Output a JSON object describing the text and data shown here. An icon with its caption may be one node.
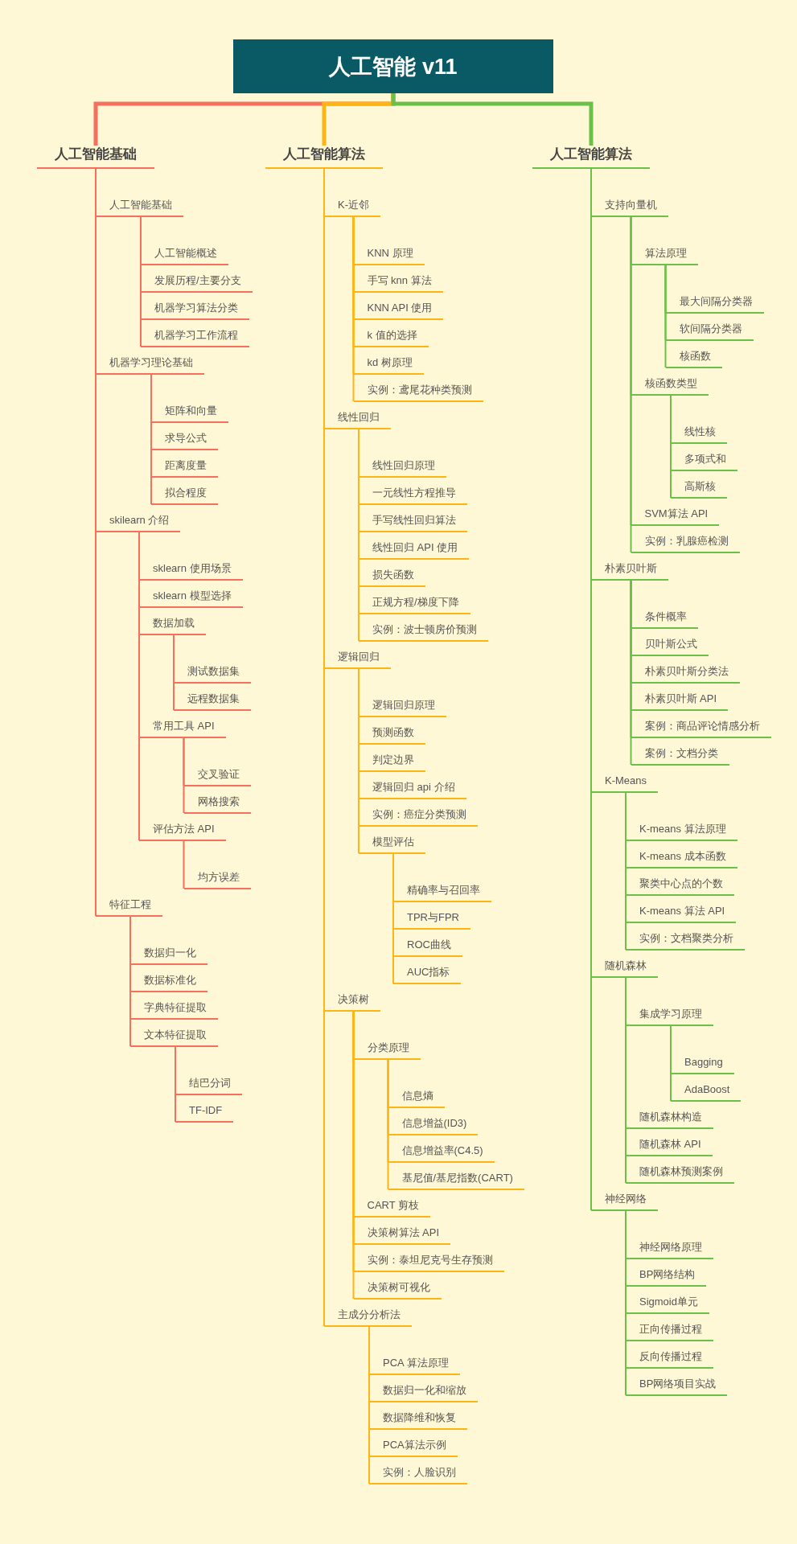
{
  "diagram": {
    "nodes": [
      {
        "text": [
          "人工智能 v11"
        ]
      },
      {
        "text": [
          "人工智能基础"
        ]
      },
      {
        "text": [
          "人工智能基础"
        ]
      },
      {
        "text": [
          "人工智能概述"
        ]
      },
      {
        "text": [
          "发展历程/主要分支"
        ]
      },
      {
        "text": [
          "机器学习算法分类"
        ]
      },
      {
        "text": [
          "机器学习工作流程"
        ]
      },
      {
        "text": [
          "机器学习理论基础"
        ]
      },
      {
        "text": [
          "矩阵和向量"
        ]
      },
      {
        "text": [
          "求导公式"
        ]
      },
      {
        "text": [
          "距离度量"
        ]
      },
      {
        "text": [
          "拟合程度"
        ]
      },
      {
        "text": [
          "skilearn 介绍"
        ]
      },
      {
        "text": [
          "sklearn 使用场景"
        ]
      },
      {
        "text": [
          "sklearn 模型选择"
        ]
      },
      {
        "text": [
          "数据加载"
        ]
      },
      {
        "text": [
          "测试数据集"
        ]
      },
      {
        "text": [
          "远程数据集"
        ]
      },
      {
        "text": [
          "常用工具 API"
        ]
      },
      {
        "text": [
          "交叉验证"
        ]
      },
      {
        "text": [
          "网格搜索"
        ]
      },
      {
        "text": [
          "评估方法 API"
        ]
      },
      {
        "text": [
          "均方误差"
        ]
      },
      {
        "text": [
          "特征工程"
        ]
      },
      {
        "text": [
          "数据归一化"
        ]
      },
      {
        "text": [
          "数据标准化"
        ]
      },
      {
        "text": [
          "字典特征提取"
        ]
      },
      {
        "text": [
          "文本特征提取"
        ]
      },
      {
        "text": [
          "结巴分词"
        ]
      },
      {
        "text": [
          "TF-IDF"
        ]
      },
      {
        "text": [
          "人工智能算法"
        ]
      },
      {
        "text": [
          "K-近邻"
        ]
      },
      {
        "text": [
          "KNN 原理"
        ]
      },
      {
        "text": [
          "手写 knn 算法"
        ]
      },
      {
        "text": [
          "KNN API 使用"
        ]
      },
      {
        "text": [
          "k 值的选择"
        ]
      },
      {
        "text": [
          "kd 树原理"
        ]
      },
      {
        "text": [
          "实例：鸢尾花种类预测"
        ]
      },
      {
        "text": [
          "线性回归"
        ]
      },
      {
        "text": [
          "线性回归原理"
        ]
      },
      {
        "text": [
          "一元线性方程推导"
        ]
      },
      {
        "text": [
          "手写线性回归算法"
        ]
      },
      {
        "text": [
          "线性回归 API 使用"
        ]
      },
      {
        "text": [
          "损失函数"
        ]
      },
      {
        "text": [
          "正规方程/梯度下降"
        ]
      },
      {
        "text": [
          "实例：波士顿房价预测"
        ]
      },
      {
        "text": [
          "逻辑回归"
        ]
      },
      {
        "text": [
          "逻辑回归原理"
        ]
      },
      {
        "text": [
          "预测函数"
        ]
      },
      {
        "text": [
          "判定边界"
        ]
      },
      {
        "text": [
          "逻辑回归 api 介绍"
        ]
      },
      {
        "text": [
          "实例：癌症分类预测"
        ]
      },
      {
        "text": [
          "模型评估"
        ]
      },
      {
        "text": [
          "精确率与召回率"
        ]
      },
      {
        "text": [
          "TPR与FPR"
        ]
      },
      {
        "text": [
          "ROC曲线"
        ]
      },
      {
        "text": [
          "AUC指标"
        ]
      },
      {
        "text": [
          "决策树"
        ]
      },
      {
        "text": [
          "分类原理"
        ]
      },
      {
        "text": [
          "信息熵"
        ]
      },
      {
        "text": [
          "信息增益(ID3)"
        ]
      },
      {
        "text": [
          "信息增益率(C4.5)"
        ]
      },
      {
        "text": [
          "基尼值/基尼指数(CART)"
        ]
      },
      {
        "text": [
          "CART 剪枝"
        ]
      },
      {
        "text": [
          "决策树算法 API"
        ]
      },
      {
        "text": [
          "实例：泰坦尼克号生存预测"
        ]
      },
      {
        "text": [
          "决策树可视化"
        ]
      },
      {
        "text": [
          "主成分分析法"
        ]
      },
      {
        "text": [
          "PCA 算法原理"
        ]
      },
      {
        "text": [
          "数据归一化和缩放"
        ]
      },
      {
        "text": [
          "数据降维和恢复"
        ]
      },
      {
        "text": [
          "PCA算法示例"
        ]
      },
      {
        "text": [
          "实例：人脸识别"
        ]
      },
      {
        "text": [
          "人工智能算法"
        ]
      },
      {
        "text": [
          "支持向量机"
        ]
      },
      {
        "text": [
          "算法原理"
        ]
      },
      {
        "text": [
          "最大间隔分类器"
        ]
      },
      {
        "text": [
          "软间隔分类器"
        ]
      },
      {
        "text": [
          "核函数"
        ]
      },
      {
        "text": [
          "核函数类型"
        ]
      },
      {
        "text": [
          "线性核"
        ]
      },
      {
        "text": [
          "多项式和"
        ]
      },
      {
        "text": [
          "高斯核"
        ]
      },
      {
        "text": [
          "SVM算法 API"
        ]
      },
      {
        "text": [
          "实例：乳腺癌检测"
        ]
      },
      {
        "text": [
          "朴素贝叶斯"
        ]
      },
      {
        "text": [
          "条件概率"
        ]
      },
      {
        "text": [
          "贝叶斯公式"
        ]
      },
      {
        "text": [
          "朴素贝叶斯分类法"
        ]
      },
      {
        "text": [
          "朴素贝叶斯 API"
        ]
      },
      {
        "text": [
          "案例：商品评论情感分析"
        ]
      },
      {
        "text": [
          "案例：文档分类"
        ]
      },
      {
        "text": [
          "K-Means"
        ]
      },
      {
        "text": [
          "K-means 算法原理"
        ]
      },
      {
        "text": [
          "K-means 成本函数"
        ]
      },
      {
        "text": [
          "聚类中心点的个数"
        ]
      },
      {
        "text": [
          "K-means 算法 API"
        ]
      },
      {
        "text": [
          "实例：文档聚类分析"
        ]
      },
      {
        "text": [
          "随机森林"
        ]
      },
      {
        "text": [
          "集成学习原理"
        ]
      },
      {
        "text": [
          "Bagging"
        ]
      },
      {
        "text": [
          "AdaBoost"
        ]
      },
      {
        "text": [
          "随机森林构造"
        ]
      },
      {
        "text": [
          "随机森林 API"
        ]
      },
      {
        "text": [
          "随机森林预测案例"
        ]
      },
      {
        "text": [
          "神经网络"
        ]
      },
      {
        "text": [
          "神经网络原理"
        ]
      },
      {
        "text": [
          "BP网络结构"
        ]
      },
      {
        "text": [
          "Sigmoid单元"
        ]
      },
      {
        "text": [
          "正向传播过程"
        ]
      },
      {
        "text": [
          "反向传播过程"
        ]
      },
      {
        "text": [
          "BP网络项目实战"
        ]
      }
    ],
    "edges": [
      {
        "from": 0,
        "to": 1,
        "arrow": "none",
        "style": "thick",
        "color": "#f7705e"
      },
      {
        "from": 0,
        "to": 30,
        "arrow": "none",
        "style": "thick",
        "color": "#fdb515"
      },
      {
        "from": 0,
        "to": 73,
        "arrow": "none",
        "style": "thick",
        "color": "#6cc04a"
      },
      {
        "from": 1,
        "to": 2,
        "arrow": "none",
        "color": "#f7705e"
      },
      {
        "from": 2,
        "to": 3,
        "arrow": "none",
        "color": "#f7705e"
      },
      {
        "from": 2,
        "to": 4,
        "arrow": "none",
        "color": "#f7705e"
      },
      {
        "from": 2,
        "to": 5,
        "arrow": "none",
        "color": "#f7705e"
      },
      {
        "from": 2,
        "to": 6,
        "arrow": "none",
        "color": "#f7705e"
      },
      {
        "from": 1,
        "to": 7,
        "arrow": "none",
        "color": "#f7705e"
      },
      {
        "from": 7,
        "to": 8,
        "arrow": "none",
        "color": "#f7705e"
      },
      {
        "from": 7,
        "to": 9,
        "arrow": "none",
        "color": "#f7705e"
      },
      {
        "from": 7,
        "to": 10,
        "arrow": "none",
        "color": "#f7705e"
      },
      {
        "from": 7,
        "to": 11,
        "arrow": "none",
        "color": "#f7705e"
      },
      {
        "from": 1,
        "to": 12,
        "arrow": "none",
        "color": "#f7705e"
      },
      {
        "from": 12,
        "to": 13,
        "arrow": "none",
        "color": "#f7705e"
      },
      {
        "from": 12,
        "to": 14,
        "arrow": "none",
        "color": "#f7705e"
      },
      {
        "from": 12,
        "to": 15,
        "arrow": "none",
        "color": "#f7705e"
      },
      {
        "from": 15,
        "to": 16,
        "arrow": "none",
        "color": "#f7705e"
      },
      {
        "from": 15,
        "to": 17,
        "arrow": "none",
        "color": "#f7705e"
      },
      {
        "from": 12,
        "to": 18,
        "arrow": "none",
        "color": "#f7705e"
      },
      {
        "from": 18,
        "to": 19,
        "arrow": "none",
        "color": "#f7705e"
      },
      {
        "from": 18,
        "to": 20,
        "arrow": "none",
        "color": "#f7705e"
      },
      {
        "from": 12,
        "to": 21,
        "arrow": "none",
        "color": "#f7705e"
      },
      {
        "from": 21,
        "to": 22,
        "arrow": "none",
        "color": "#f7705e"
      },
      {
        "from": 1,
        "to": 23,
        "arrow": "none",
        "color": "#f7705e"
      },
      {
        "from": 23,
        "to": 24,
        "arrow": "none",
        "color": "#f7705e"
      },
      {
        "from": 23,
        "to": 25,
        "arrow": "none",
        "color": "#f7705e"
      },
      {
        "from": 23,
        "to": 26,
        "arrow": "none",
        "color": "#f7705e"
      },
      {
        "from": 23,
        "to": 27,
        "arrow": "none",
        "color": "#f7705e"
      },
      {
        "from": 27,
        "to": 28,
        "arrow": "none",
        "color": "#f7705e"
      },
      {
        "from": 27,
        "to": 29,
        "arrow": "none",
        "color": "#f7705e"
      },
      {
        "from": 30,
        "to": 31,
        "arrow": "none",
        "color": "#fdb515"
      },
      {
        "from": 31,
        "to": 32,
        "arrow": "none",
        "color": "#fdb515"
      },
      {
        "from": 31,
        "to": 33,
        "arrow": "none",
        "color": "#fdb515"
      },
      {
        "from": 31,
        "to": 34,
        "arrow": "none",
        "color": "#fdb515"
      },
      {
        "from": 31,
        "to": 35,
        "arrow": "none",
        "color": "#fdb515"
      },
      {
        "from": 31,
        "to": 36,
        "arrow": "none",
        "color": "#fdb515"
      },
      {
        "from": 31,
        "to": 37,
        "arrow": "none",
        "color": "#fdb515"
      },
      {
        "from": 30,
        "to": 38,
        "arrow": "none",
        "color": "#fdb515"
      },
      {
        "from": 38,
        "to": 39,
        "arrow": "none",
        "color": "#fdb515"
      },
      {
        "from": 38,
        "to": 40,
        "arrow": "none",
        "color": "#fdb515"
      },
      {
        "from": 38,
        "to": 41,
        "arrow": "none",
        "color": "#fdb515"
      },
      {
        "from": 38,
        "to": 42,
        "arrow": "none",
        "color": "#fdb515"
      },
      {
        "from": 38,
        "to": 43,
        "arrow": "none",
        "color": "#fdb515"
      },
      {
        "from": 38,
        "to": 44,
        "arrow": "none",
        "color": "#fdb515"
      },
      {
        "from": 38,
        "to": 45,
        "arrow": "none",
        "color": "#fdb515"
      },
      {
        "from": 30,
        "to": 46,
        "arrow": "none",
        "color": "#fdb515"
      },
      {
        "from": 46,
        "to": 47,
        "arrow": "none",
        "color": "#fdb515"
      },
      {
        "from": 46,
        "to": 48,
        "arrow": "none",
        "color": "#fdb515"
      },
      {
        "from": 46,
        "to": 49,
        "arrow": "none",
        "color": "#fdb515"
      },
      {
        "from": 46,
        "to": 50,
        "arrow": "none",
        "color": "#fdb515"
      },
      {
        "from": 46,
        "to": 51,
        "arrow": "none",
        "color": "#fdb515"
      },
      {
        "from": 46,
        "to": 52,
        "arrow": "none",
        "color": "#fdb515"
      },
      {
        "from": 52,
        "to": 53,
        "arrow": "none",
        "color": "#fdb515"
      },
      {
        "from": 52,
        "to": 54,
        "arrow": "none",
        "color": "#fdb515"
      },
      {
        "from": 52,
        "to": 55,
        "arrow": "none",
        "color": "#fdb515"
      },
      {
        "from": 52,
        "to": 56,
        "arrow": "none",
        "color": "#fdb515"
      },
      {
        "from": 30,
        "to": 57,
        "arrow": "none",
        "color": "#fdb515"
      },
      {
        "from": 57,
        "to": 58,
        "arrow": "none",
        "color": "#fdb515"
      },
      {
        "from": 58,
        "to": 59,
        "arrow": "none",
        "color": "#fdb515"
      },
      {
        "from": 58,
        "to": 60,
        "arrow": "none",
        "color": "#fdb515"
      },
      {
        "from": 58,
        "to": 61,
        "arrow": "none",
        "color": "#fdb515"
      },
      {
        "from": 58,
        "to": 62,
        "arrow": "none",
        "color": "#fdb515"
      },
      {
        "from": 57,
        "to": 63,
        "arrow": "none",
        "color": "#fdb515"
      },
      {
        "from": 57,
        "to": 64,
        "arrow": "none",
        "color": "#fdb515"
      },
      {
        "from": 57,
        "to": 65,
        "arrow": "none",
        "color": "#fdb515"
      },
      {
        "from": 57,
        "to": 66,
        "arrow": "none",
        "color": "#fdb515"
      },
      {
        "from": 30,
        "to": 67,
        "arrow": "none",
        "color": "#fdb515"
      },
      {
        "from": 67,
        "to": 68,
        "arrow": "none",
        "color": "#fdb515"
      },
      {
        "from": 67,
        "to": 69,
        "arrow": "none",
        "color": "#fdb515"
      },
      {
        "from": 67,
        "to": 70,
        "arrow": "none",
        "color": "#fdb515"
      },
      {
        "from": 67,
        "to": 71,
        "arrow": "none",
        "color": "#fdb515"
      },
      {
        "from": 67,
        "to": 72,
        "arrow": "none",
        "color": "#fdb515"
      },
      {
        "from": 73,
        "to": 74,
        "arrow": "none",
        "color": "#6cc04a"
      },
      {
        "from": 74,
        "to": 75,
        "arrow": "none",
        "color": "#6cc04a"
      },
      {
        "from": 75,
        "to": 76,
        "arrow": "none",
        "color": "#6cc04a"
      },
      {
        "from": 75,
        "to": 77,
        "arrow": "none",
        "color": "#6cc04a"
      },
      {
        "from": 75,
        "to": 78,
        "arrow": "none",
        "color": "#6cc04a"
      },
      {
        "from": 74,
        "to": 79,
        "arrow": "none",
        "color": "#6cc04a"
      },
      {
        "from": 79,
        "to": 80,
        "arrow": "none",
        "color": "#6cc04a"
      },
      {
        "from": 79,
        "to": 81,
        "arrow": "none",
        "color": "#6cc04a"
      },
      {
        "from": 79,
        "to": 82,
        "arrow": "none",
        "color": "#6cc04a"
      },
      {
        "from": 74,
        "to": 83,
        "arrow": "none",
        "color": "#6cc04a"
      },
      {
        "from": 74,
        "to": 84,
        "arrow": "none",
        "color": "#6cc04a"
      },
      {
        "from": 73,
        "to": 85,
        "arrow": "none",
        "color": "#6cc04a"
      },
      {
        "from": 85,
        "to": 86,
        "arrow": "none",
        "color": "#6cc04a"
      },
      {
        "from": 85,
        "to": 87,
        "arrow": "none",
        "color": "#6cc04a"
      },
      {
        "from": 85,
        "to": 88,
        "arrow": "none",
        "color": "#6cc04a"
      },
      {
        "from": 85,
        "to": 89,
        "arrow": "none",
        "color": "#6cc04a"
      },
      {
        "from": 85,
        "to": 90,
        "arrow": "none",
        "color": "#6cc04a"
      },
      {
        "from": 85,
        "to": 91,
        "arrow": "none",
        "color": "#6cc04a"
      },
      {
        "from": 73,
        "to": 92,
        "arrow": "none",
        "color": "#6cc04a"
      },
      {
        "from": 92,
        "to": 93,
        "arrow": "none",
        "color": "#6cc04a"
      },
      {
        "from": 92,
        "to": 94,
        "arrow": "none",
        "color": "#6cc04a"
      },
      {
        "from": 92,
        "to": 95,
        "arrow": "none",
        "color": "#6cc04a"
      },
      {
        "from": 92,
        "to": 96,
        "arrow": "none",
        "color": "#6cc04a"
      },
      {
        "from": 92,
        "to": 97,
        "arrow": "none",
        "color": "#6cc04a"
      },
      {
        "from": 73,
        "to": 98,
        "arrow": "none",
        "color": "#6cc04a"
      },
      {
        "from": 98,
        "to": 99,
        "arrow": "none",
        "color": "#6cc04a"
      },
      {
        "from": 99,
        "to": 100,
        "arrow": "none",
        "color": "#6cc04a"
      },
      {
        "from": 99,
        "to": 101,
        "arrow": "none",
        "color": "#6cc04a"
      },
      {
        "from": 98,
        "to": 102,
        "arrow": "none",
        "color": "#6cc04a"
      },
      {
        "from": 98,
        "to": 103,
        "arrow": "none",
        "color": "#6cc04a"
      },
      {
        "from": 98,
        "to": 104,
        "arrow": "none",
        "color": "#6cc04a"
      },
      {
        "from": 73,
        "to": 105,
        "arrow": "none",
        "color": "#6cc04a"
      },
      {
        "from": 105,
        "to": 106,
        "arrow": "none",
        "color": "#6cc04a"
      },
      {
        "from": 105,
        "to": 107,
        "arrow": "none",
        "color": "#6cc04a"
      },
      {
        "from": 105,
        "to": 108,
        "arrow": "none",
        "color": "#6cc04a"
      },
      {
        "from": 105,
        "to": 109,
        "arrow": "none",
        "color": "#6cc04a"
      },
      {
        "from": 105,
        "to": 110,
        "arrow": "none",
        "color": "#6cc04a"
      },
      {
        "from": 105,
        "to": 111,
        "arrow": "none",
        "color": "#6cc04a"
      }
    ]
  }
}
